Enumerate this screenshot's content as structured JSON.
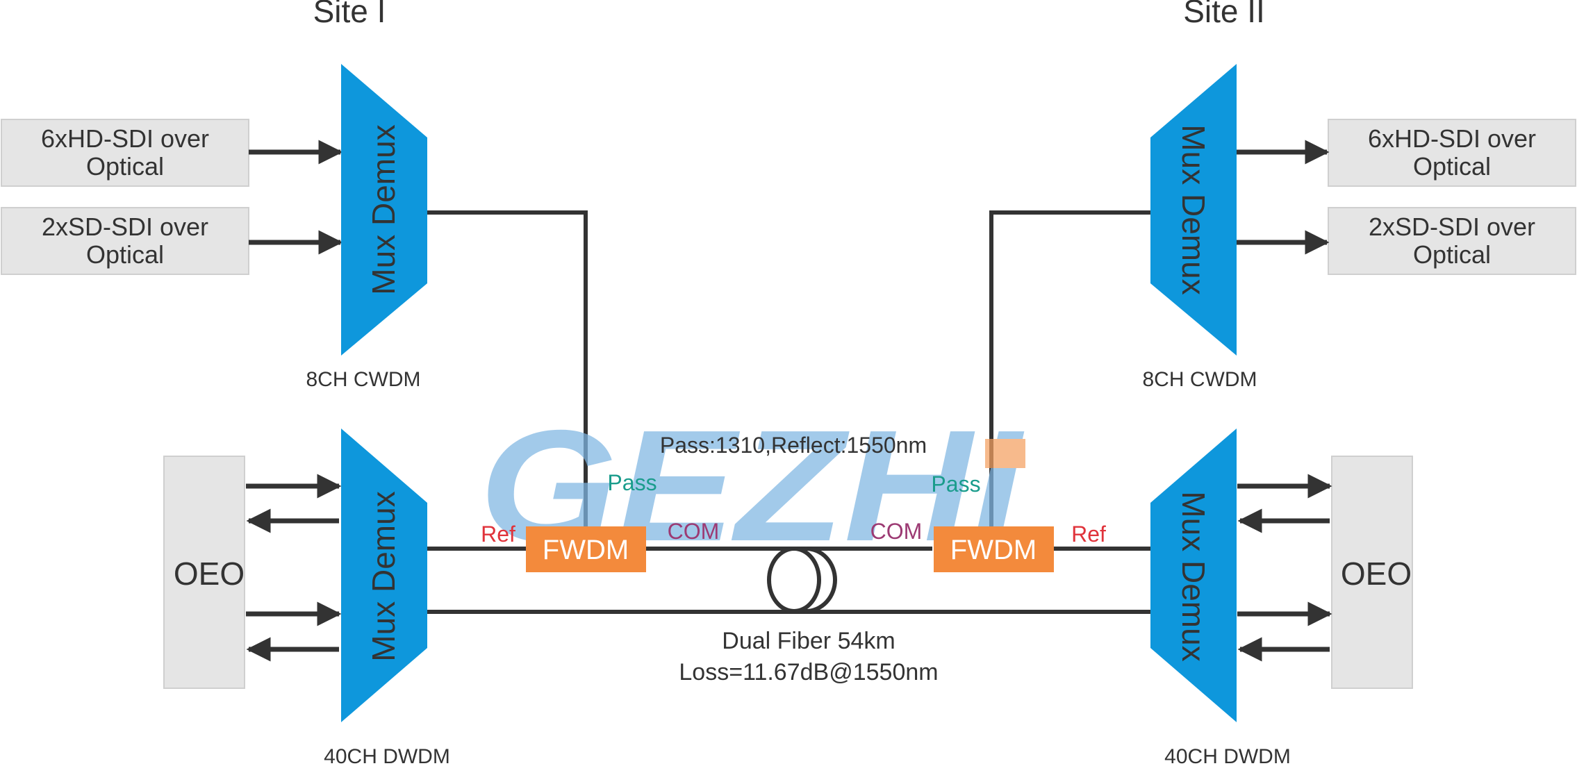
{
  "site_left": {
    "title": "Site I"
  },
  "site_right": {
    "title": "Site II"
  },
  "left_inputs": [
    {
      "line1": "6xHD-SDI over",
      "line2": "Optical"
    },
    {
      "line1": "2xSD-SDI over",
      "line2": "Optical"
    }
  ],
  "right_outputs": [
    {
      "line1": "6xHD-SDI over",
      "line2": "Optical"
    },
    {
      "line1": "2xSD-SDI over",
      "line2": "Optical"
    }
  ],
  "mux_label": "Mux Demux",
  "cwdm_label": "8CH CWDM",
  "dwdm_label": "40CH DWDM",
  "oeo_label": "OEO",
  "fwdm_label": "FWDM",
  "fwdm_spec": "Pass:1310,Reflect:1550nm",
  "port_pass": "Pass",
  "port_ref": "Ref",
  "port_com": "COM",
  "fiber": {
    "line1": "Dual Fiber 54km",
    "line2": "Loss=11.67dB@1550nm"
  },
  "watermark": "GEZHI",
  "colors": {
    "mux_fill": "#0e97dc",
    "fwdm_fill": "#f38a3c",
    "box_fill": "#e5e5e5",
    "line": "#333333",
    "pass_text": "#1a9c8c",
    "ref_text": "#e0333b",
    "com_text": "#9c3a73",
    "watermark_blue": "#7fb6e3",
    "watermark_orange": "#f5a060"
  }
}
